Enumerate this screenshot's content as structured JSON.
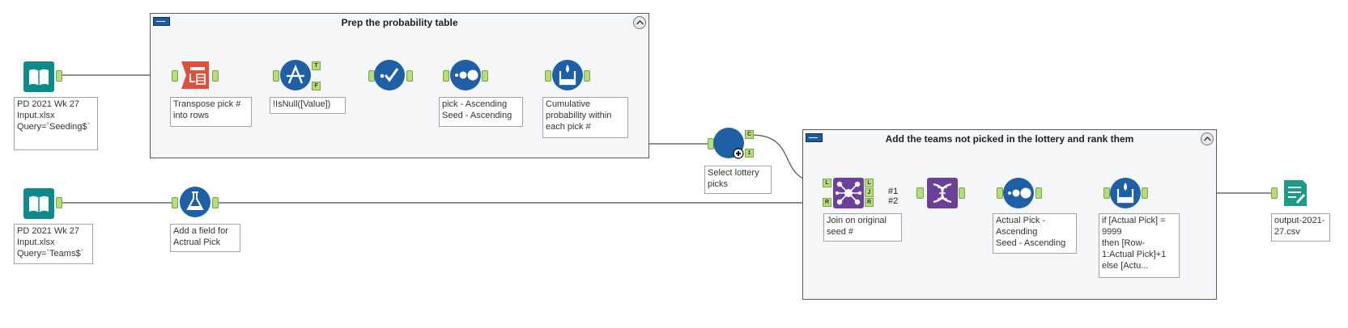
{
  "containers": [
    {
      "title": "Prep the probability table"
    },
    {
      "title": "Add the teams not picked in the lottery and rank them"
    }
  ],
  "tools": {
    "input_seeding": {
      "icon": "input-data-book-icon",
      "annotation": "PD 2021 Wk 27\nInput.xlsx\nQuery=`Seeding$`"
    },
    "transpose": {
      "icon": "transpose-icon",
      "annotation": "Transpose pick #\ninto rows"
    },
    "filter": {
      "icon": "filter-icon",
      "annotation": "!IsNull([Value])",
      "anchors": [
        "T",
        "F"
      ]
    },
    "select": {
      "icon": "select-checkmark-icon"
    },
    "sort1": {
      "icon": "sort-icon",
      "annotation": "pick - Ascending\nSeed - Ascending"
    },
    "running_total": {
      "icon": "running-total-icon",
      "annotation": "Cumulative\nprobability within\neach pick #"
    },
    "macro": {
      "icon": "macro-circle-icon",
      "annotation": "Select lottery\npicks",
      "anchors": [
        "C",
        "1"
      ]
    },
    "input_teams": {
      "icon": "input-data-book-icon",
      "annotation": "PD 2021 Wk 27\nInput.xlsx\nQuery=`Teams$`"
    },
    "formula_add": {
      "icon": "formula-flask-icon",
      "annotation": "Add a field for\nActrual Pick"
    },
    "join": {
      "icon": "join-icon",
      "annotation": "Join on original\nseed #",
      "anchors": [
        "L",
        "R",
        "L",
        "J",
        "R"
      ]
    },
    "union": {
      "icon": "union-dna-icon"
    },
    "sort2": {
      "icon": "sort-icon",
      "annotation": "Actual Pick -\nAscending\nSeed - Ascending"
    },
    "multirow": {
      "icon": "multi-row-formula-icon",
      "annotation": "if [Actual Pick] =\n9999\nthen [Row-\n1:Actual Pick]+1\nelse [Actu..."
    },
    "output": {
      "icon": "output-data-icon",
      "annotation": "output-2021-\n27.csv"
    }
  },
  "wire_labels": [
    "#1",
    "#2"
  ],
  "colors": {
    "input_teal": "#0f8a8a",
    "prep_blue": "#1e5fa5",
    "transform_red": "#e04f3c",
    "join_purple": "#6b3f9a",
    "anchor_green": "#b7dd7a",
    "container_bg": "#f4f6f8"
  }
}
